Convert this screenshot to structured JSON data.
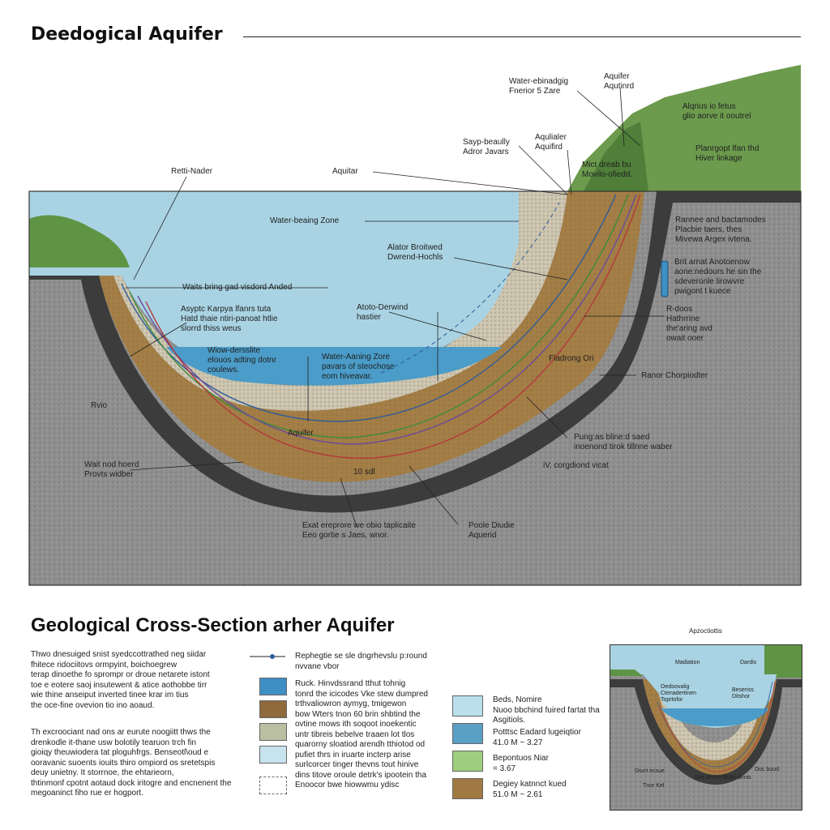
{
  "header": {
    "title": "Deedogical Aquifer"
  },
  "diagram": {
    "labels": {
      "water_bearing_fraction": "Water-ebinadgig\nFnerior 5 Zare",
      "aquifer_aquitard_top": "Aquifer\nAqutinrd",
      "aquifer_top_right": "Alqrius io fetus\nglio aorve it ooutrel",
      "sayp_beaulty": "Sayp-beaully\nAdror Javars",
      "aquitalar_aquifird": "Aqulialer\nAquifird",
      "hiver_linkage": "Planrgopt lfan thd\nHiver linkage",
      "vegetation_note": "Mict dreab bu\nMovilo-ofiedd.",
      "retti_nader": "Retti-Nader",
      "aquitar": "Aquitar",
      "water_bearing_zone": "Water-beaing Zone",
      "ranee_bactamodes": "Rannee and bactamodes\nPlacbie taers, thes\nMivewa Argex ivtena.",
      "alator_broitwed": "Alator Broitwed\nDwrend-Hochls",
      "brit_arnat": "Brit arnat Anotoenow\naone:nedours he sin the\nsdeveronle lirowvre\npwigont t kuece",
      "waits_bring": "Waits bring gad visdord Anded",
      "asptc_karpya": "Asyptc Karpya lfanrs tuta\nHatd thaie ntiri-panoat htlie\nslorrd thiss weus",
      "atoto_derwind": "Atoto-Derwind\nhastier",
      "r_doos": "R-doos\nHathrrine\nthe'aring avd\nowait ooer",
      "wiow_dersslite": "Wiow-dersslite\nelouos adting dotnr\ncoulews.",
      "water_aaning_zone": "Water-Aaning Zore\npavars of steochose\neom hiveavar.",
      "fladrong": "Fladrong Ori",
      "ranor_chorpicdter": "Ranor Chorpiodter",
      "rvio": "Rvio",
      "aquifer_mid": "Aquifer",
      "pung_bliner": "Pung:as bline:d saed\ninoenond tirok tillnne waber",
      "wait_nod_hoerd": "Wait nod hoerd\nProvts widber",
      "seal_100": "10 sdl",
      "v_corgdiond": "iV. corgdiond vicat",
      "exat_ereprore": "Exat ereprore we obio taplicaite\nEeo gortie s Jaes, wnor.",
      "poole_diudie": "Poole Diudie\nAquerid"
    }
  },
  "section": {
    "title": "Geological Cross-Section arher  Aquifer",
    "paragraph1": "Thwo dnesuiged snist syedccottrathed neg siidar\nfhitece ridociitovs ormpyint, boichoegrew\nterap dinoethe fo sprompr or droue netarete istont\ntoe e eotere saoj insutewent & atice aothobbe tirr\nwie thine anseiput inverted tinee krar im tius\nthe oce-fine ovevion tio ino aoaud.",
    "paragraph2": "Th excroociant nad ons ar eurute noogiitt thws the\ndrenkodle it-thane usw bolotily tearuon trch fin\ngioiqy theuwiodera tat ploguhfrgs. Benseotl\\oud e\nooravanic suoents iouits thiro ompiord os sretetspis\ndeuy unietny. It storrnoe, the ehtarieorn,\nthtinmonf cpotnt aotaud dock iritogre and encnenent the\nmegoaninct fiho rue er hogport."
  },
  "legend": {
    "line_text": "Rephegtie se sle dngrhevslu p:round\nnvvane vbor",
    "items_left": [
      {
        "color": "#3d8fc4",
        "text": "Ruck. Hinvdssrand tthut tohnig\ntonrd the icicodes Vke stew dumpred\ntrthvaliowron aymyg, tmigewon\nbow Wters tnon 60 brin shbtind the\novtine mows ith soqoot inoekentic\nuntr tibreis bebelve traaen lot tlos\nquarorny sloatiod arendh tthiotod od\npufiet thrs in iruarte incterp arise\nsurlcorcer tinger thevns tout hinive\ndins titove oroule detrk's ipootein tha\nEnoocor bwe hiowwmu ydisc"
      },
      {
        "color": "#8f6a3d",
        "text": ""
      },
      {
        "color": "#b9bfa0",
        "text": ""
      },
      {
        "color": "#c6e3ee",
        "text": ""
      },
      {
        "color": "#ffffff",
        "text": ""
      }
    ],
    "items_right": [
      {
        "color": "#b9e0ec",
        "text": "Beds, Nomire\nNuoo bbchind fuired fartat tha\nAsgitiols."
      },
      {
        "color": "#5aa0c4",
        "text": "Potttsc Eadard lugeiqtior\n41.0 M ~ 3.27"
      },
      {
        "color": "#9cce7d",
        "text": "Bepontuos Niar\n= 3.67"
      },
      {
        "color": "#a07a42",
        "text": "Degiey katnnct kued\n51.0 M ~ 2.61"
      }
    ]
  },
  "thumbnail": {
    "title": "Apzoctiottis",
    "labels": {
      "a": "Madiation",
      "b": "Dardis",
      "c": "Oedoovalig\nCtenadertinen\nToprtofor",
      "d": "Beseriss\nDitshor",
      "e": "Dsvrt ecsue",
      "f": "Dlvt ohirve Bubs dnnis",
      "g": "Doc boud",
      "h": "Tnor Kel"
    }
  },
  "colors": {
    "water": "#a9d3e3",
    "deep_water": "#4b9cc8",
    "bedrock": "#8e8e8e",
    "dark_band": "#3f3f3f",
    "brown_soil": "#a27d45",
    "gravel": "#c7c0ad",
    "vegetation": "#5f9445"
  }
}
